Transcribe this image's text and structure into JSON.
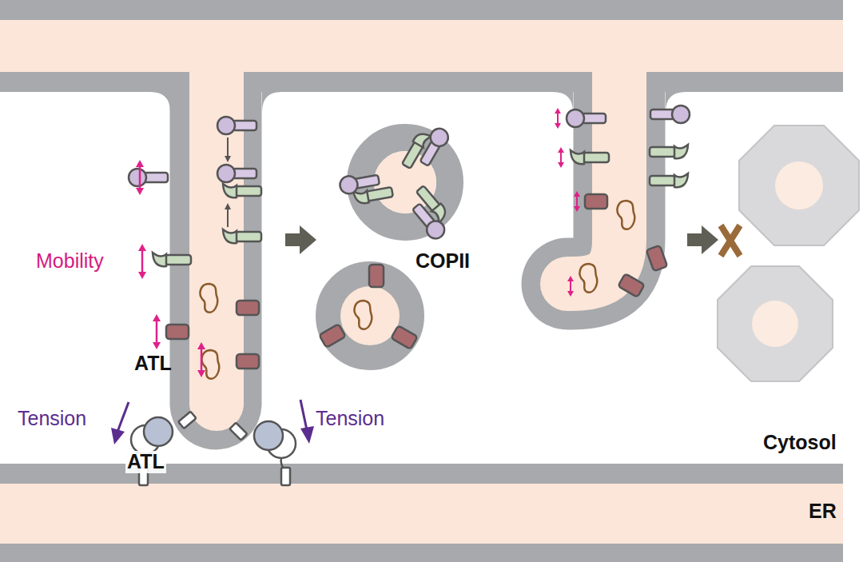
{
  "diagram": {
    "labels": [
      "Mobility",
      "COPII",
      "ATL",
      "Tension",
      "Tension",
      "Cytosol",
      "ATL",
      "ER"
    ]
  }
}
